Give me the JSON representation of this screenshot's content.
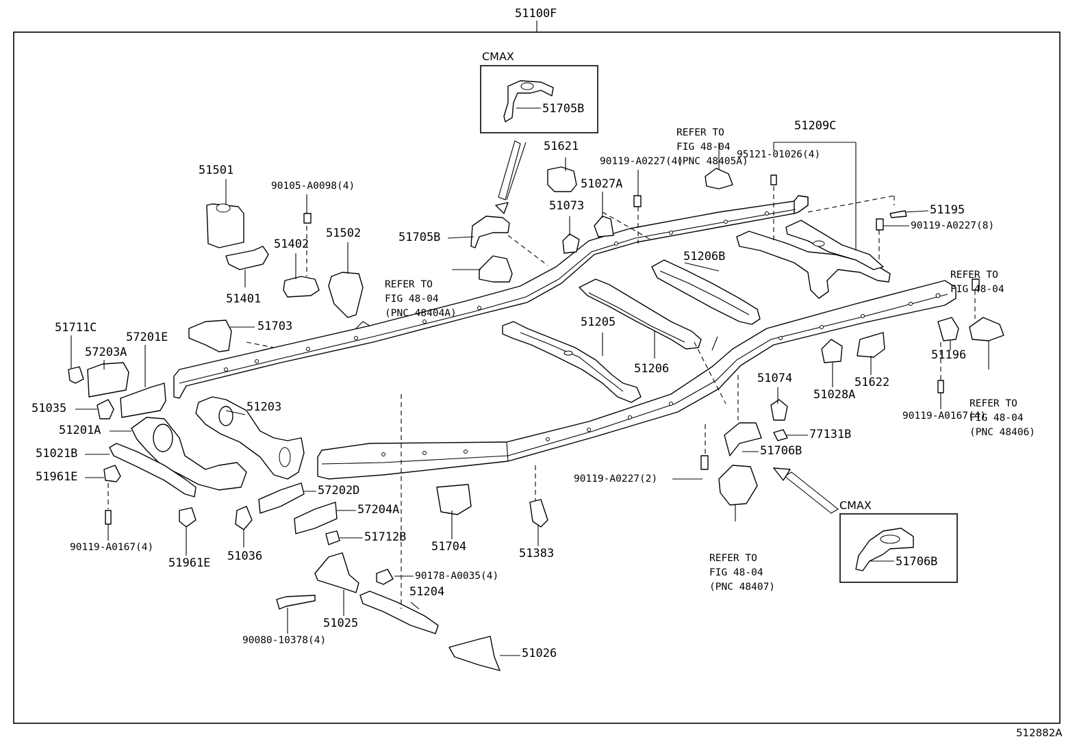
{
  "assembly_label": "51100F",
  "figure_code": "512882A",
  "cmax_label": "CMAX",
  "parts": {
    "p51705B": "51705B",
    "p51705B_cmax": "51705B",
    "p51621": "51621",
    "p51027A": "51027A",
    "p51073": "51073",
    "p51501": "51501",
    "p90105": "90105-A0098(4)",
    "p51402": "51402",
    "p51502": "51502",
    "p51401": "51401",
    "p51703": "51703",
    "p51711C": "51711C",
    "p57201E": "57201E",
    "p57203A": "57203A",
    "p51035": "51035",
    "p51201A": "51201A",
    "p51203": "51203",
    "p51021B": "51021B",
    "p51961E_a": "51961E",
    "p51961E_b": "51961E",
    "p90119_0167_left": "90119-A0167(4)",
    "p51036": "51036",
    "p57202D": "57202D",
    "p57204A": "57204A",
    "p51712B": "51712B",
    "p51704": "51704",
    "p51383": "51383",
    "p90178": "90178-A0035(4)",
    "p51204": "51204",
    "p51025": "51025",
    "p90080": "90080-10378(4)",
    "p51026": "51026",
    "p90119_0227_4": "90119-A0227(4)",
    "p51206B": "51206B",
    "p51205": "51205",
    "p51206": "51206",
    "p51209C": "51209C",
    "p95121": "95121-01026(4)",
    "p51195": "51195",
    "p90119_0227_8": "90119-A0227(8)",
    "p51196": "51196",
    "p90119_0167_right": "90119-A0167(4)",
    "p51074": "51074",
    "p51028A": "51028A",
    "p51622": "51622",
    "p77131B": "77131B",
    "p51706B": "51706B",
    "p51706B_cmax": "51706B",
    "p90119_0227_2": "90119-A0227(2)"
  },
  "refer_notes": {
    "n48404A": [
      "REFER TO",
      "FIG 48-04",
      "(PNC 48404A)"
    ],
    "n48405A": [
      "REFER TO",
      "FIG 48-04",
      "(PNC 48405A)"
    ],
    "n48406_top": [
      "REFER TO",
      "FIG 48-04"
    ],
    "n48406": [
      "REFER TO",
      "FIG 48-04",
      "(PNC 48406)"
    ],
    "n48407": [
      "REFER TO",
      "FIG 48-04",
      "(PNC 48407)"
    ]
  }
}
